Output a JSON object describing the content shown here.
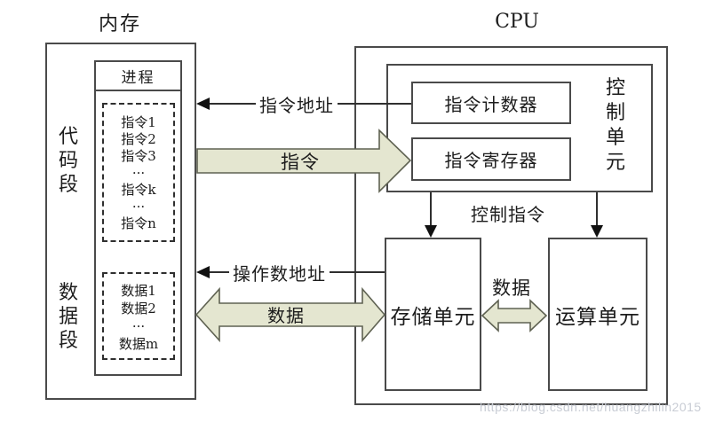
{
  "colors": {
    "block_arrow_fill": "#e4e6d0",
    "block_arrow_stroke": "#5f6252",
    "line_color": "#2f2f2f",
    "watermark_color": "#c8ccd4"
  },
  "memory": {
    "title": "内存",
    "code_segment_label": "代码段",
    "data_segment_label": "数据段",
    "process_label": "进程",
    "code_items": [
      "指令1",
      "指令2",
      "指令3",
      "···",
      "指令k",
      "···",
      "指令n"
    ],
    "data_items": [
      "数据1",
      "数据2",
      "···",
      "数据m"
    ]
  },
  "cpu": {
    "title": "CPU",
    "control_unit_label": "控制单元",
    "instruction_counter_label": "指令计数器",
    "instruction_register_label": "指令寄存器",
    "storage_unit_label": "存储单元",
    "alu_unit_label": "运算单元"
  },
  "arrows": {
    "instruction_address_label": "指令地址",
    "instruction_label": "指令",
    "control_instruction_label": "控制指令",
    "operand_address_label": "操作数地址",
    "data_left_label": "数据",
    "data_right_label": "数据"
  },
  "watermark_text": "https://blog.csdn.net/huangzhilin2015"
}
